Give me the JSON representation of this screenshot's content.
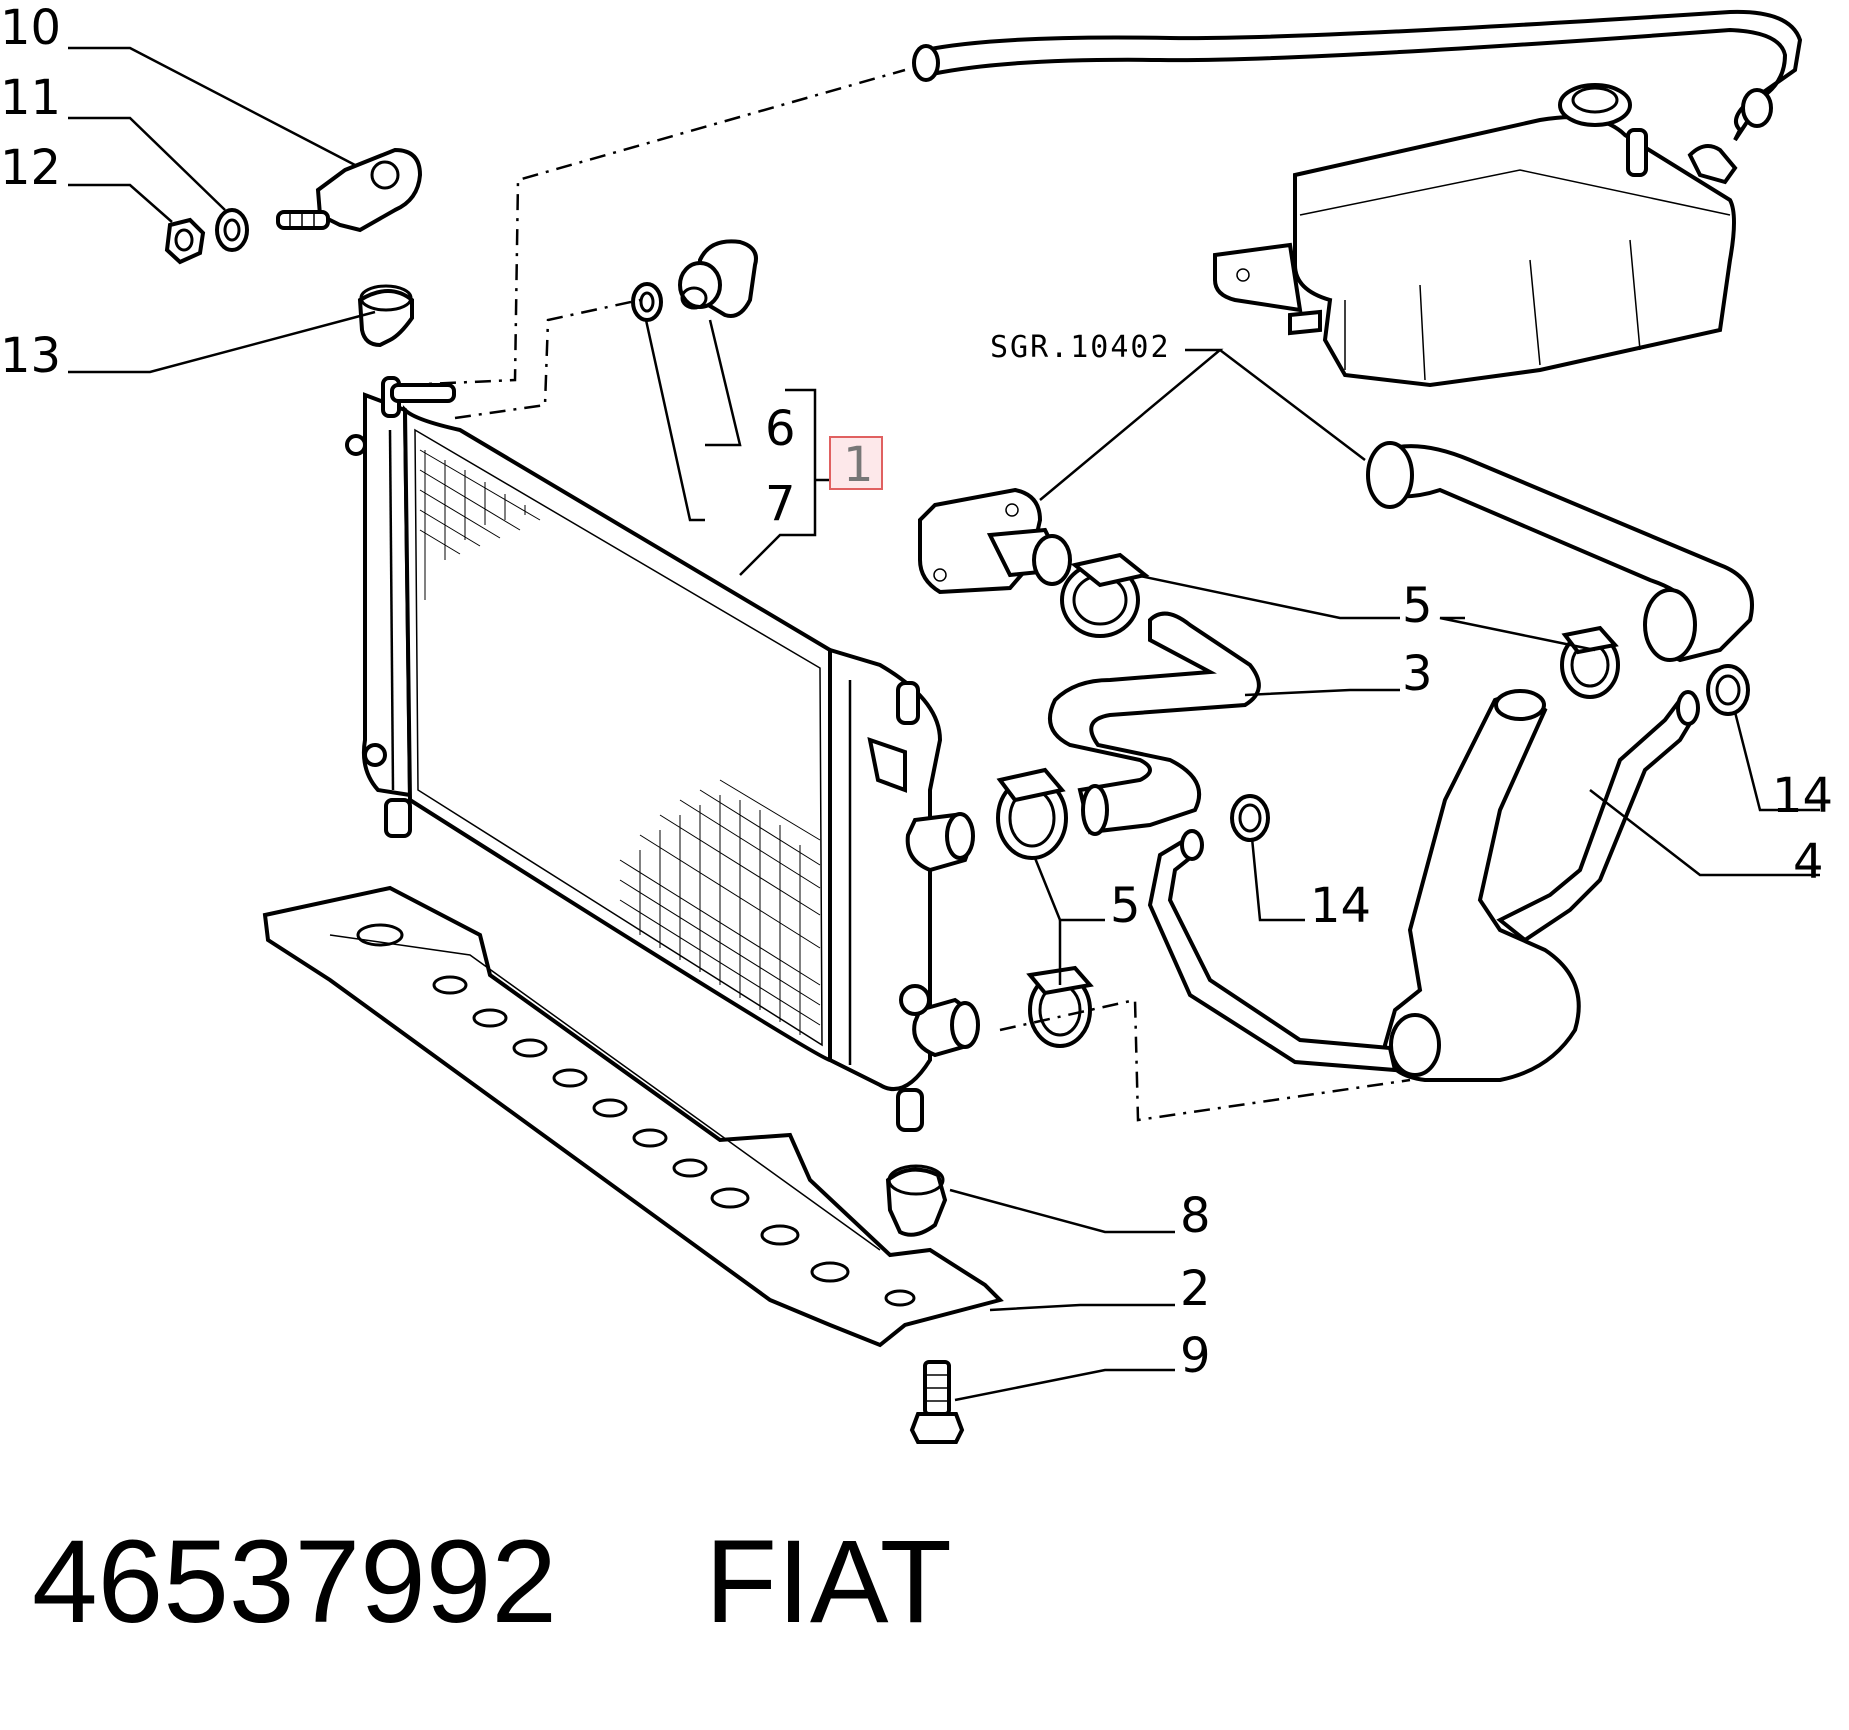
{
  "callouts": {
    "c10": "10",
    "c11": "11",
    "c12": "12",
    "c13": "13",
    "c6": "6",
    "c7": "7",
    "c1": "1",
    "c5a": "5",
    "c5b": "5",
    "c3": "3",
    "c14a": "14",
    "c14b": "14",
    "c4": "4",
    "c8": "8",
    "c2": "2",
    "c9": "9"
  },
  "reference_code": "SGR.10402",
  "footer": {
    "part_number": "46537992",
    "brand": "FIAT"
  },
  "colors": {
    "highlight_border": "#e06060",
    "highlight_fill": "#fde8ea",
    "highlight_text": "#777777"
  }
}
